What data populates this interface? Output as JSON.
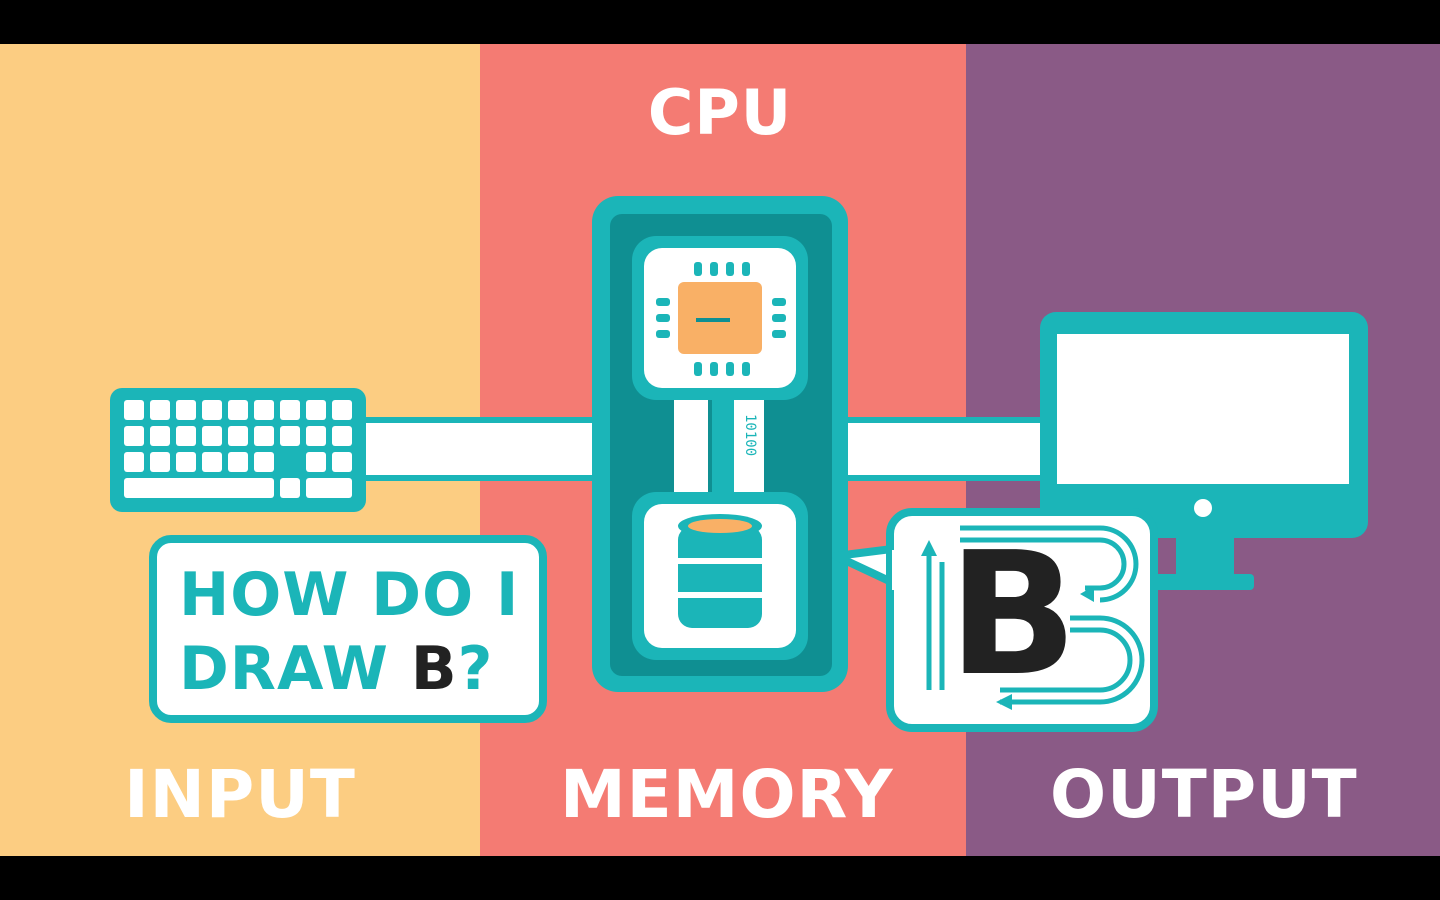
{
  "labels": {
    "cpu": "CPU",
    "input": "INPUT",
    "memory": "MEMORY",
    "output": "OUTPUT"
  },
  "question": {
    "line1": "HOW DO I",
    "line2_prefix": "DRAW ",
    "line2_letter": "B",
    "line2_suffix": "?"
  },
  "binary_stream": "10100",
  "output_letter": "B",
  "colors": {
    "input_panel": "#fccd82",
    "cpu_panel": "#f47b73",
    "output_panel": "#8a5a86",
    "teal": "#1bb5b8",
    "dark_teal": "#0f8f92",
    "chip_core": "#f9b066",
    "white": "#ffffff",
    "letter": "#222222"
  }
}
